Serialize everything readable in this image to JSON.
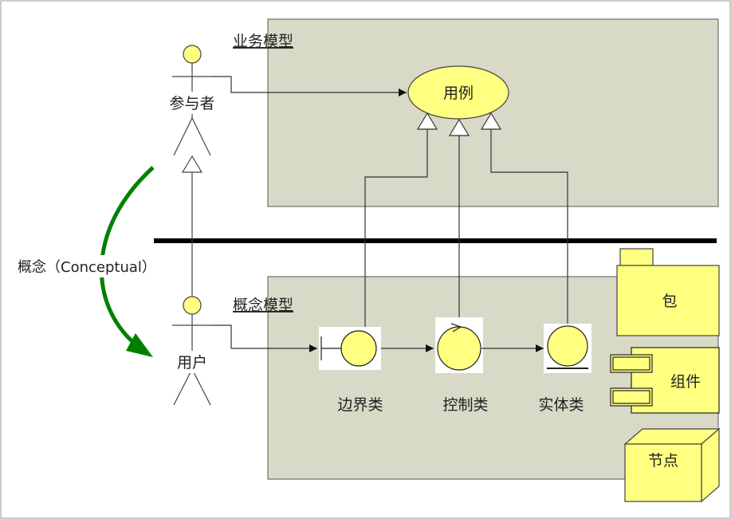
{
  "colors": {
    "panel_fill": "#d9d9c8",
    "element_fill": "#ffff80",
    "line": "#333333",
    "arrow_green": "#008000",
    "divider": "#000000"
  },
  "business_model": {
    "title": "业务模型",
    "use_case": "用例",
    "actor": "参与者"
  },
  "concept_label": "概念（Conceptual）",
  "conceptual_model": {
    "title": "概念模型",
    "actor": "用户",
    "boundary_class": "边界类",
    "control_class": "控制类",
    "entity_class": "实体类"
  },
  "legend": {
    "package": "包",
    "component": "组件",
    "node": "节点"
  },
  "icons": {
    "actor": "stick-figure-icon",
    "boundary": "boundary-class-icon",
    "control": "control-class-icon",
    "entity": "entity-class-icon",
    "package": "package-icon",
    "component": "component-icon",
    "node": "node-icon"
  }
}
